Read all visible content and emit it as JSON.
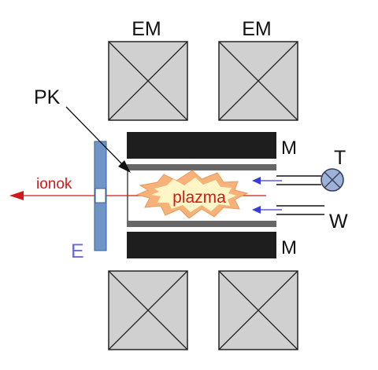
{
  "labels": {
    "em_left": "EM",
    "em_right": "EM",
    "pk": "PK",
    "m_top": "M",
    "m_bottom": "M",
    "t": "T",
    "w": "W",
    "ionok": "ionok",
    "e": "E",
    "plazma": "plazma"
  },
  "colors": {
    "magnet_fill": "#d0d0d0",
    "magnet_stroke": "#222222",
    "coil_fill": "#1e1e1e",
    "chamber_wall": "#666666",
    "electrode_fill": "#6f95c8",
    "electrode_stroke": "#3d5f93",
    "ion_beam": "#d11a1a",
    "flow_arrows": "#3b3bd6",
    "plasma_outer": "#f7b27a",
    "plasma_inner": "#fff6c7",
    "plasma_text": "#d81818",
    "e_label": "#6a6ad8",
    "sensor_fill": "#9db2d8",
    "sensor_stroke": "#3a3f58"
  }
}
